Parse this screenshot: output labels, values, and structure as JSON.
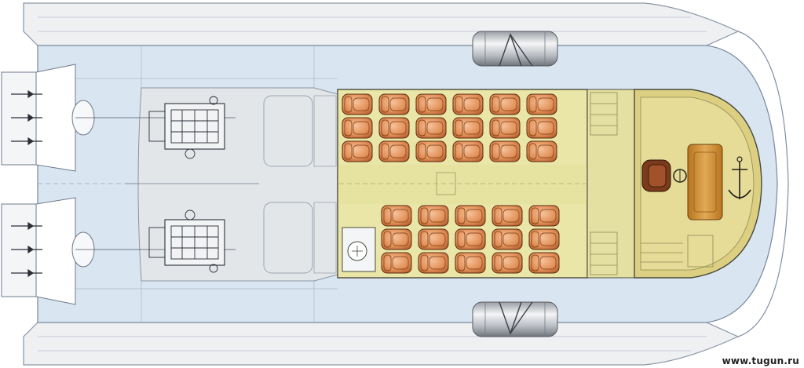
{
  "drawing": {
    "kind": "catamaran-passenger-boat-deck-plan",
    "watermark": "www.tugun.ru",
    "seating": {
      "upper_block": {
        "rows": 3,
        "columns": 6
      },
      "lower_block": {
        "rows": 3,
        "columns": 5
      }
    },
    "engines": 2,
    "waterjets": 2,
    "fuel_tanks": 2,
    "colors": {
      "hull": "#eef0f2",
      "hull_outline": "#8a96a6",
      "deck": "#d9e6f2",
      "engine_room": "#e3e6e9",
      "saloon": "#e9e6a8",
      "wheelhouse": "#dccf82",
      "seat": "#e3925a",
      "seat_outline": "#5a2a10",
      "console": "#c88a2e"
    }
  }
}
